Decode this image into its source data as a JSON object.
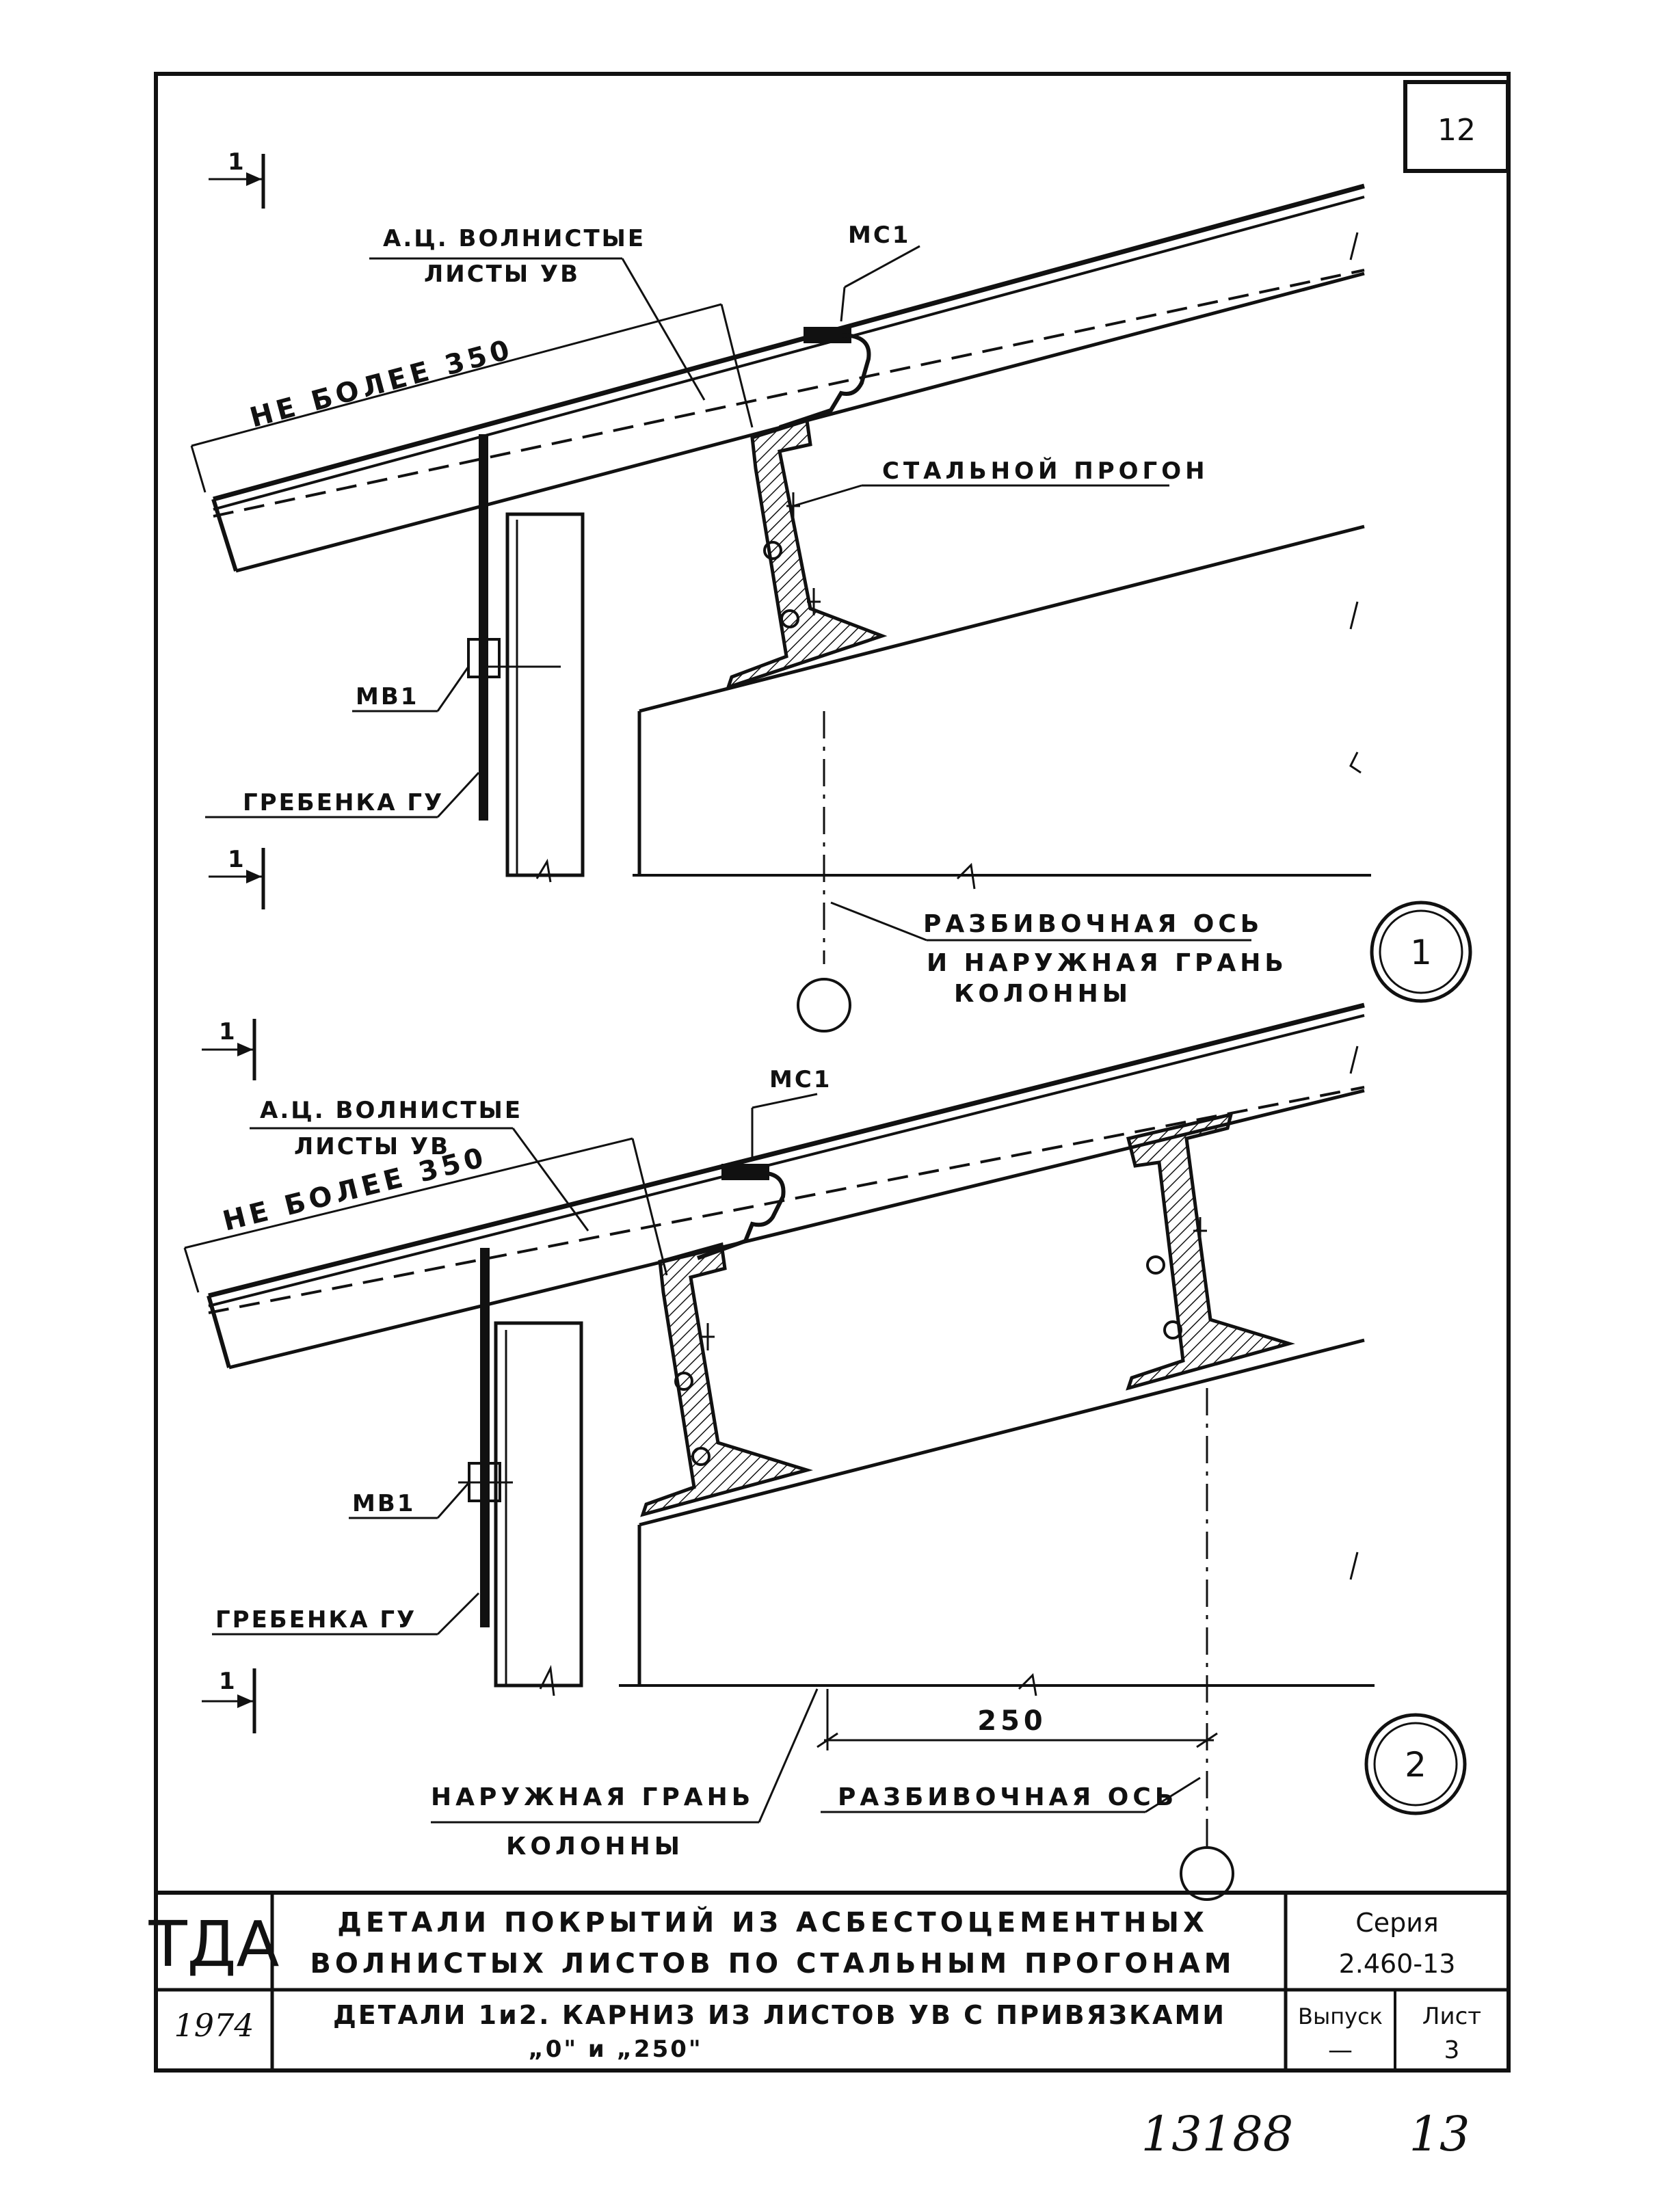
{
  "sheet": {
    "number": "12",
    "bottom_note_left": "13188",
    "bottom_note_right": "13"
  },
  "detail1": {
    "section_mark_top": "1",
    "section_mark_bottom": "1",
    "sheets_label_line1": "А.Ц. ВОЛНИСТЫЕ",
    "sheets_label_line2": "ЛИСТЫ УВ",
    "fastener_top": "МС1",
    "dimension_text": "НЕ БОЛЕЕ 350",
    "purlin_label": "СТАЛЬНОЙ ПРОГОН",
    "fastener_side": "МВ1",
    "comb_label": "ГРЕБЕНКА ГУ",
    "axis_label_line1": "РАЗБИВОЧНАЯ ОСЬ",
    "axis_label_line2": "И НАРУЖНАЯ ГРАНЬ",
    "axis_label_line3": "КОЛОННЫ",
    "detail_number": "1"
  },
  "detail2": {
    "section_mark_top": "1",
    "section_mark_bottom": "1",
    "sheets_label_line1": "А.Ц. ВОЛНИСТЫЕ",
    "sheets_label_line2": "ЛИСТЫ УВ",
    "fastener_top": "МС1",
    "dimension_text": "НЕ БОЛЕЕ 350",
    "fastener_side": "МВ1",
    "comb_label": "ГРЕБЕНКА ГУ",
    "offset_dimension": "250",
    "outer_face_line1": "НАРУЖНАЯ ГРАНЬ",
    "outer_face_line2": "КОЛОННЫ",
    "axis_label": "РАЗБИВОЧНАЯ ОСЬ",
    "detail_number": "2"
  },
  "title_block": {
    "logo": "ТДА",
    "title_line1": "ДЕТАЛИ ПОКРЫТИЙ ИЗ АСБЕСТОЦЕМЕНТНЫХ",
    "title_line2": "ВОЛНИСТЫХ ЛИСТОВ ПО СТАЛЬНЫМ ПРОГОНАМ",
    "series_label": "Серия",
    "series_value": "2.460-13",
    "year": "1974",
    "subtitle_line1": "ДЕТАЛИ 1и2. КАРНИЗ ИЗ ЛИСТОВ УВ С ПРИВЯЗКАМИ",
    "subtitle_line2": "„0\" и „250\"",
    "issue_label": "Выпуск",
    "issue_value": "—",
    "sheet_label": "Лист",
    "sheet_value": "3"
  }
}
